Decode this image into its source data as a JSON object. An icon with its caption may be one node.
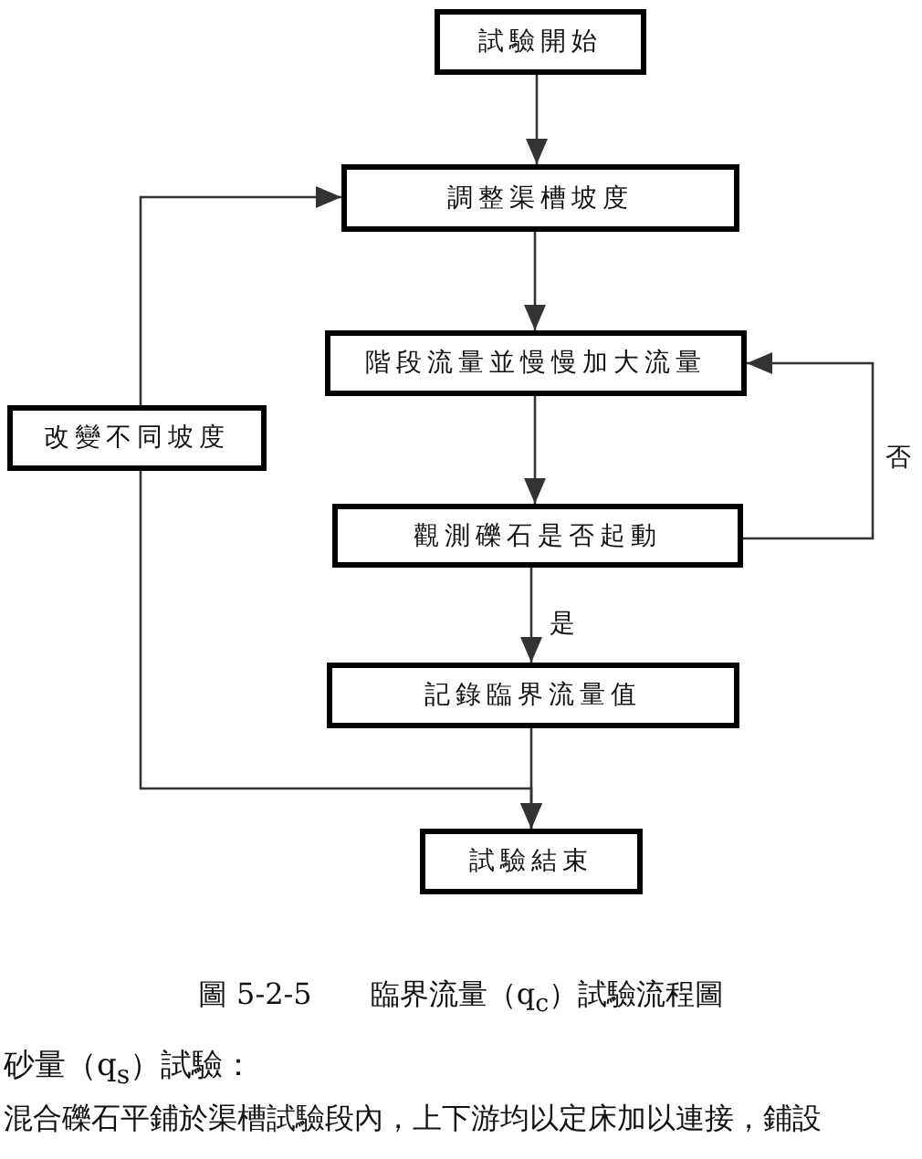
{
  "diagram": {
    "caption": "圖 5-2-5　　臨界流量（q$_{c}$）試驗流程圖",
    "nodes": [
      {
        "text": [
          "試驗開始"
        ]
      },
      {
        "text": [
          "調整渠槽坡度"
        ]
      },
      {
        "text": [
          "階段流量並慢慢加大流量"
        ]
      },
      {
        "text": [
          "觀測礫石是否起動"
        ]
      },
      {
        "text": [
          "記錄臨界流量值"
        ]
      },
      {
        "text": [
          "試驗結束"
        ]
      },
      {
        "text": [
          "改變不同坡度"
        ]
      }
    ],
    "edges": [
      {
        "from": 0,
        "to": 1,
        "arrow": "to"
      },
      {
        "from": 1,
        "to": 2,
        "arrow": "to"
      },
      {
        "from": 2,
        "to": 3,
        "arrow": "to"
      },
      {
        "from": 3,
        "to": 2,
        "arrow": "to",
        "label": "否"
      },
      {
        "from": 3,
        "to": 4,
        "arrow": "to",
        "label": "是"
      },
      {
        "from": 4,
        "to": 5,
        "arrow": "to"
      },
      {
        "from": 6,
        "to": 1,
        "arrow": "to"
      },
      {
        "from": 6,
        "to": 5,
        "arrow": "to"
      }
    ],
    "labels": [
      "砂量（q$_{s}$）試驗：",
      "混合礫石平鋪於渠槽試驗段內，上下游均以定床加以連接，鋪設"
    ]
  }
}
